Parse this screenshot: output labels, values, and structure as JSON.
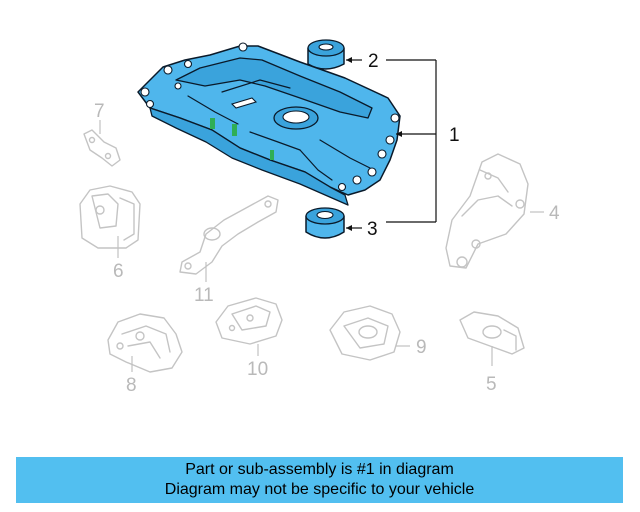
{
  "callouts": {
    "c1": "1",
    "c2": "2",
    "c3": "3",
    "c4": "4",
    "c5": "5",
    "c6": "6",
    "c7": "7",
    "c8": "8",
    "c9": "9",
    "c10": "10",
    "c11": "11"
  },
  "highlight_color": "#4fb6ec",
  "footer": {
    "line1": "Part or sub-assembly is #1 in diagram",
    "line2": "Diagram may not be specific to your vehicle"
  }
}
